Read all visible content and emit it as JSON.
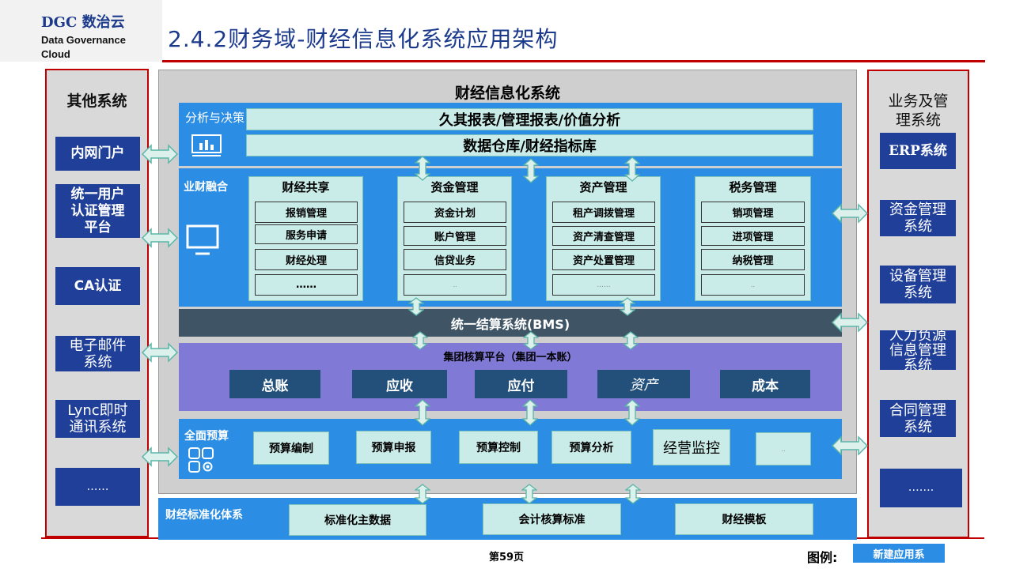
{
  "logo": {
    "brand": "DGC 数治云",
    "line1": "Data Governance",
    "line2": "Cloud"
  },
  "title": "2.4.2财务域-财经信息化系统应用架构",
  "left": {
    "title": "其他系统",
    "items": [
      "内网门户",
      "统一用户\n认证管理\n平台",
      "CA认证",
      "电子邮件\n系统",
      "Lync即时\n通讯系统",
      "……"
    ]
  },
  "right": {
    "title": "业务及管\n理系统",
    "items": [
      "ERP系统",
      "资金管理\n系统",
      "设备管理\n系统",
      "人力负源\n信息管理\n系统",
      "合同管理\n系统",
      "……."
    ]
  },
  "main": {
    "title": "财经信息化系统",
    "analysis": {
      "label": "分析与决策",
      "bar1": "久其报表/管理报表/价值分析",
      "bar2": "数据仓库/财经指标库"
    },
    "fusion": {
      "label": "业财融合",
      "cards": [
        {
          "title": "财经共享",
          "items": [
            "报销管理",
            "服务申请",
            "财经处理",
            "……"
          ]
        },
        {
          "title": "资金管理",
          "items": [
            "资金计划",
            "账户管理",
            "信贷业务",
            ".."
          ]
        },
        {
          "title": "资产管理",
          "items": [
            "租产调拨管理",
            "资产清查管理",
            "资产处置管理",
            "......"
          ]
        },
        {
          "title": "税务管理",
          "items": [
            "销项管理",
            "进项管理",
            "纳税管理",
            ".."
          ]
        }
      ]
    },
    "settlement": "统一结算系统(BMS)",
    "accounting": {
      "title": "集团核算平台（集团一本账）",
      "items": [
        "总账",
        "应收",
        "应付",
        "资产",
        "成本"
      ]
    },
    "budget": {
      "label": "全面预算",
      "items": [
        "预算编制",
        "预算申报",
        "预算控制",
        "预算分析",
        "经营监控",
        ".."
      ]
    },
    "standard": {
      "label": "财经标准化体系",
      "items": [
        "标准化主数据",
        "会计核算标准",
        "财经模板"
      ]
    }
  },
  "footer": {
    "page": "第59页",
    "legend_label": "图例:",
    "legend_item": "新建应用系"
  },
  "colors": {
    "red": "#c00000",
    "navy": "#1f3f99",
    "blue": "#2b8de3",
    "teal": "#c9ece8",
    "purple": "#8079d6"
  }
}
